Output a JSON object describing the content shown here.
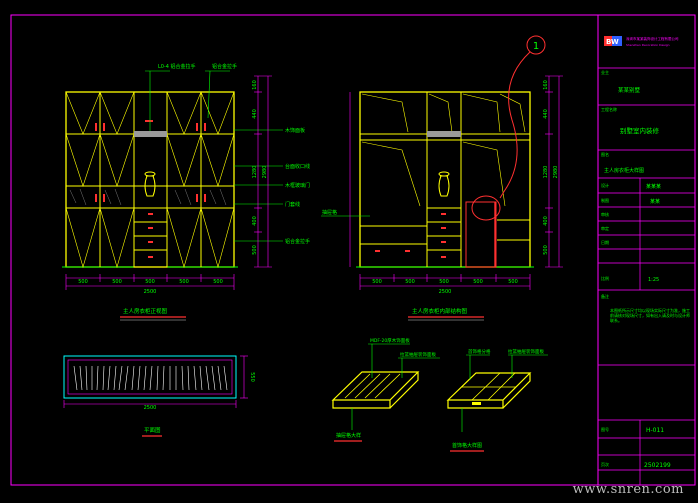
{
  "drawing": {
    "front_view_title": "主人房衣柜正视图",
    "section_view_title": "主人房衣柜内部结构图",
    "plan_view_label": "平面图",
    "drawer_detail_left_label": "抽屉格大样",
    "drawer_detail_right_label": "首饰格大样图",
    "front_view_leaders": [
      "L0-4 铝合金拉手",
      "铝合金拉手",
      "木饰面板",
      "台面收口线",
      "木框玻璃门",
      "门套线",
      "铝合金拉手"
    ],
    "section_view_leaders": [
      "抽屉格"
    ],
    "detail_leaders_left": [
      "MDF-20厚木饰面板",
      "拉篮抽屉装饰面板"
    ],
    "detail_leaders_right": [
      "首饰格分格",
      "拉篮抽屉装饰面板"
    ],
    "callout_number": "1",
    "front_view_dims_bottom": [
      "500",
      "500",
      "500",
      "500",
      "500"
    ],
    "front_view_total": "2500",
    "section_view_dims_bottom": [
      "500",
      "500",
      "500",
      "500",
      "500"
    ],
    "section_view_total": "2500",
    "front_view_dims_right": [
      "160",
      "440",
      "1280",
      "400",
      "500"
    ],
    "front_view_total_height": "2980",
    "section_view_dims_right": [
      "160",
      "440",
      "1280",
      "400",
      "500"
    ],
    "section_view_total_height": "2980",
    "plan_width": "2500",
    "plan_depth": "550"
  },
  "title_block": {
    "logo_text": "BW",
    "company_name": "深圳市某某装饰设计工程有限公司",
    "company_subtitle": "Shenzhen Decoration Design",
    "row_labels": {
      "client": "业主",
      "project": "工程名称",
      "drawing_name": "图名",
      "designer": "设计",
      "drawn": "制图",
      "checked": "审核",
      "approved": "审定",
      "scale": "比例",
      "notes": "备注",
      "date": "日期",
      "drawing_no": "图号",
      "sheet": "页次"
    },
    "client_value": "某某别墅",
    "project_value": "别墅室内装修",
    "drawing_name_value": "主人房衣柜大样图",
    "designer_value": "某某某",
    "drawn_value": "某某",
    "scale_value": "1:25",
    "notes_value": "本图纸所示尺寸均以现场实际尺寸为准，施工前请核对现场尺寸，如有出入请及时与设计师联系。",
    "drawing_no_value": "H-011",
    "sheet_value": "2502199"
  },
  "watermark": "www.snren.com",
  "colors": {
    "background": "#000000",
    "frame": "#ff00ff",
    "wardrobe": "#ffff00",
    "detail_lines": "#00ff00",
    "text": "#00ff00",
    "dimension": "#ff00ff",
    "accent_red": "#ff3030",
    "cyan": "#00ffff",
    "white": "#ffffff"
  }
}
